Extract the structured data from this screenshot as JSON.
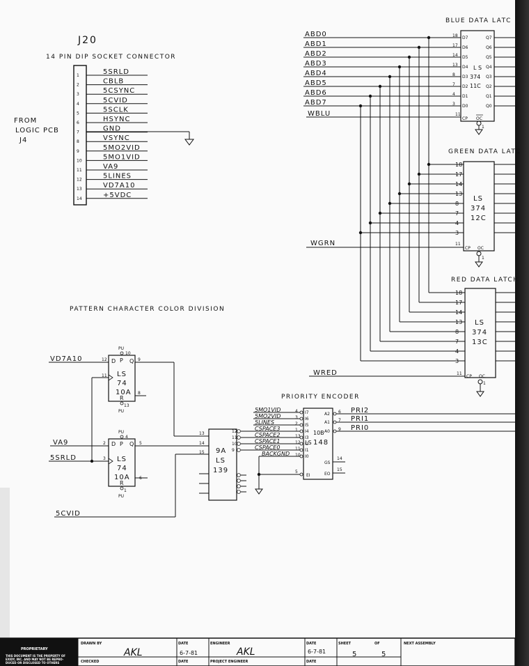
{
  "connector": {
    "ref": "J20",
    "title": "14 PIN DIP SOCKET CONNECTOR",
    "from_line1": "FROM",
    "from_line2": "LOGIC PCB",
    "from_line3": "J4",
    "pins": [
      {
        "num": "1",
        "sig": "5SRLD"
      },
      {
        "num": "2",
        "sig": "CBLB"
      },
      {
        "num": "3",
        "sig": "5CSYNC"
      },
      {
        "num": "4",
        "sig": "5CVID"
      },
      {
        "num": "5",
        "sig": "5SCLK"
      },
      {
        "num": "6",
        "sig": "HSYNC"
      },
      {
        "num": "7",
        "sig": "GND"
      },
      {
        "num": "8",
        "sig": "VSYNC"
      },
      {
        "num": "9",
        "sig": "5MO2VID"
      },
      {
        "num": "10",
        "sig": "5MO1VID"
      },
      {
        "num": "11",
        "sig": "VA9"
      },
      {
        "num": "12",
        "sig": "5LINES"
      },
      {
        "num": "13",
        "sig": "VD7A10"
      },
      {
        "num": "14",
        "sig": "+5VDC"
      }
    ]
  },
  "blue_latch": {
    "title": "BLUE DATA LATC",
    "inputs": [
      "ABD0",
      "ABD1",
      "ABD2",
      "ABD3",
      "ABD4",
      "ABD5",
      "ABD6",
      "ABD7"
    ],
    "in_pins": [
      "18",
      "17",
      "14",
      "13",
      "8",
      "7",
      "4",
      "3"
    ],
    "d_pins": [
      "D7",
      "D6",
      "D5",
      "D4",
      "D3",
      "D2",
      "D1",
      "D0"
    ],
    "q_pins": [
      "Q7",
      "Q6",
      "Q5",
      "Q4",
      "Q3",
      "Q2",
      "Q1",
      "Q0"
    ],
    "part_line1": "L S",
    "part_line2": "374",
    "part_line3": "11C",
    "clock_signal": "WBLU",
    "clock_pin": "11",
    "cp": "CP",
    "oc": "OC",
    "oc_pin": "1"
  },
  "green_latch": {
    "title": "GREEN DATA LATC",
    "in_pins": [
      "18",
      "17",
      "14",
      "13",
      "8",
      "7",
      "4",
      "3"
    ],
    "part_line1": "LS",
    "part_line2": "374",
    "part_line3": "12C",
    "clock_signal": "WGRN",
    "clock_pin": "11",
    "cp": "CP",
    "oc": "OC",
    "oc_pin": "1"
  },
  "red_latch": {
    "title": "RED DATA LATCH",
    "in_pins": [
      "18",
      "17",
      "14",
      "13",
      "8",
      "7",
      "4",
      "3"
    ],
    "part_line1": "LS",
    "part_line2": "374",
    "part_line3": "13C",
    "clock_signal": "WRED",
    "clock_pin": "11",
    "cp": "CP",
    "oc": "OC",
    "oc_pin": "1"
  },
  "pattern": {
    "title": "PATTERN CHARACTER COLOR DIVISION",
    "ff1": {
      "part_line1": "LS",
      "part_line2": "74",
      "part_line3": "10A",
      "d_in": "VD7A10",
      "d_pin": "12",
      "clk_pin": "11",
      "q_pin": "9",
      "qbar_pin": "8",
      "pu_top": "PU",
      "pr_pin": "10",
      "pu_bottom": "PU",
      "clr_pin": "13",
      "p": "P",
      "q": "Q",
      "d": "D",
      "r": "R"
    },
    "ff2": {
      "part_line1": "LS",
      "part_line2": "74",
      "part_line3": "10A",
      "d_in": "VA9",
      "d_pin": "2",
      "clk_pin": "3",
      "q_pin": "5",
      "qbar_pin": "6",
      "pu_top": "PU",
      "pr_pin": "4",
      "pu_bottom": "PU",
      "clr_pin": "1",
      "p": "P",
      "q": "Q",
      "d": "D",
      "r": "R",
      "clk_signal": "5SRLD"
    },
    "cvid": "5CVID"
  },
  "decoder": {
    "part_line1": "9A",
    "part_line2": "LS",
    "part_line3": "139",
    "in_pins": [
      "13",
      "14",
      "15"
    ],
    "out_pins": [
      "12",
      "11",
      "10",
      "9"
    ],
    "out_signals": [
      "CSPACE3",
      "CSPACE2",
      "CSPACE1",
      "CSPACE0"
    ]
  },
  "priority": {
    "title": "PRIORITY ENCODER",
    "part_line1": "10B",
    "part_line2": "LS",
    "part_line3": "148",
    "inputs": [
      "5MO1VID",
      "5MO2VID",
      "5LINES",
      "CSPACE3",
      "CSPACE2",
      "CSPACE1",
      "CSPACE0",
      "BACKGND"
    ],
    "in_pins": [
      "4",
      "3",
      "2",
      "1",
      "13",
      "12",
      "11",
      "10"
    ],
    "in_labels": [
      "I7",
      "I6",
      "I5",
      "I4",
      "I3",
      "I2",
      "I1",
      "I0"
    ],
    "outputs": [
      "PRI2",
      "PRI1",
      "PRI0"
    ],
    "out_pins": [
      "6",
      "7",
      "9"
    ],
    "out_labels": [
      "A2",
      "A1",
      "A0"
    ],
    "ei": "EI",
    "ei_pin": "5",
    "gs": "GS",
    "gs_pin": "14",
    "eo": "EO",
    "eo_pin": "15"
  },
  "title_block": {
    "proprietary": "PROPRIETARY",
    "notice": "THIS DOCUMENT IS THE PROPERTY OF",
    "notice2": "EXIDY, INC. AND MAY NOT BE REPRO-",
    "notice3": "DUCED OR DISCLOSED TO OTHERS",
    "drawn_by": "DRAWN BY",
    "checked": "CHECKED",
    "date": "DATE",
    "engineer": "ENGINEER",
    "project_engineer": "PROJECT ENGINEER",
    "sheet": "SHEET",
    "of": "OF",
    "next_assembly": "NEXT ASSEMBLY",
    "drawn_sig": "AKL",
    "date_val": "6-7-81",
    "eng_sig": "AKL",
    "date_val2": "6-7-81",
    "sheet_num": "5",
    "sheet_total": "5"
  }
}
